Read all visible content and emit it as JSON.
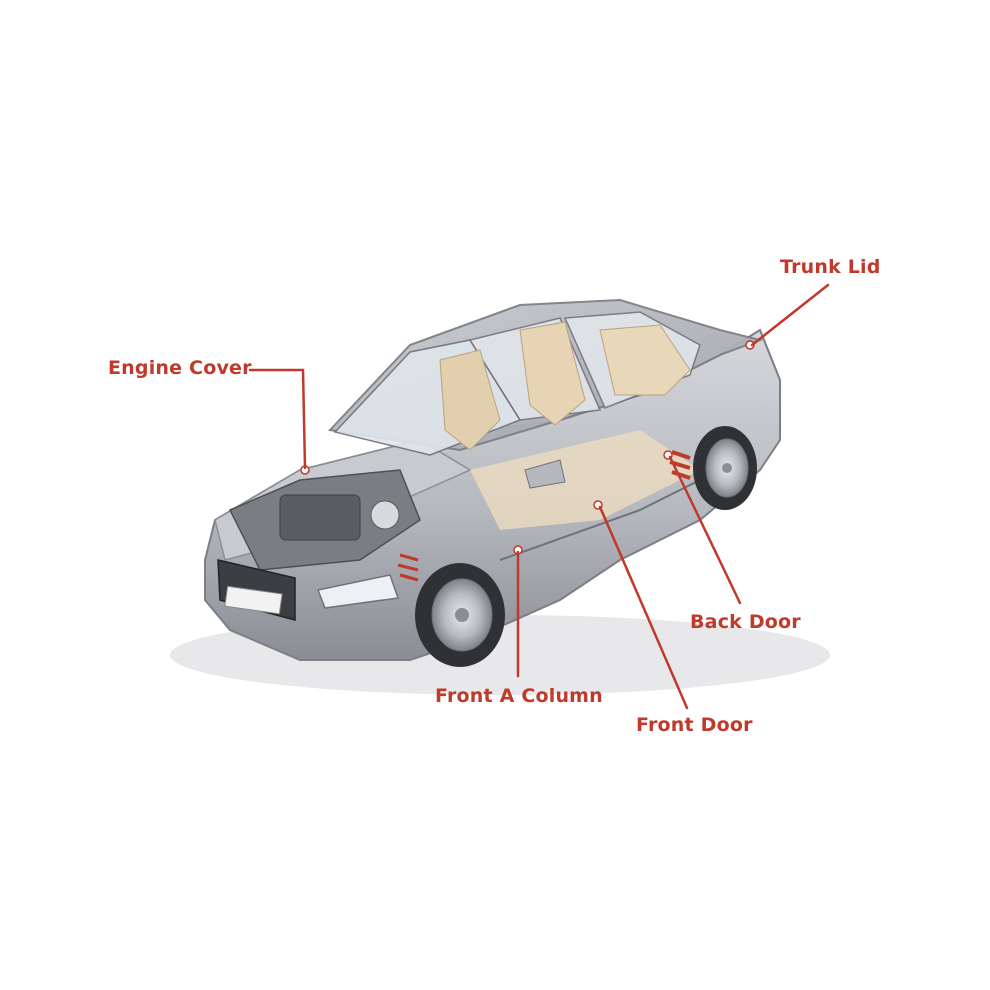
{
  "colors": {
    "accent": "#c0392b",
    "body_silver": "#b9bcc2",
    "body_dark": "#8d9096",
    "interior_tan": "#e2cfae",
    "glass": "#dfe6ec",
    "tire": "#2f3134"
  },
  "labels": {
    "trunk_lid": "Trunk Lid",
    "engine_cover": "Engine Cover",
    "back_door": "Back Door",
    "front_a_column": "Front A Column",
    "front_door": "Front Door"
  },
  "illustration": {
    "subject": "car-cutaway-icon"
  }
}
